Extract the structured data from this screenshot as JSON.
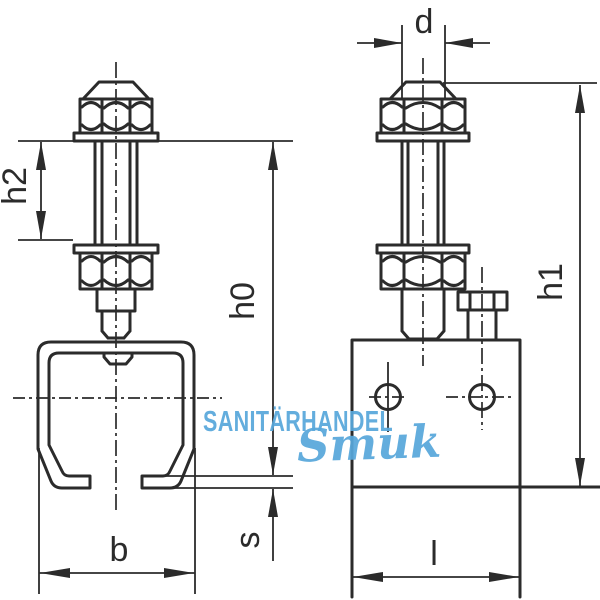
{
  "drawing": {
    "dimension_labels": {
      "d": "d",
      "h2": "h2",
      "h0": "h0",
      "h1": "h1",
      "b": "b",
      "s": "s",
      "l": "l"
    }
  },
  "watermark": {
    "line1": "SANITÄRHANDEL",
    "line2": "Smuk"
  },
  "colors": {
    "line": "#2b2b2b",
    "watermark": "#58a7db",
    "background": "#ffffff"
  }
}
